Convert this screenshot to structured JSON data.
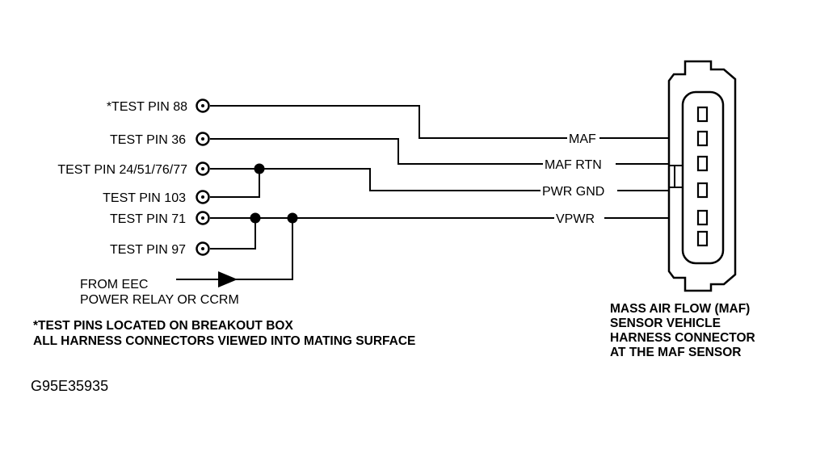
{
  "pins": [
    {
      "id": "p88",
      "label": "*TEST PIN 88"
    },
    {
      "id": "p36",
      "label": "TEST PIN 36"
    },
    {
      "id": "p24",
      "label": "TEST PIN 24/51/76/77"
    },
    {
      "id": "p103",
      "label": "TEST PIN 103"
    },
    {
      "id": "p71",
      "label": "TEST PIN 71"
    },
    {
      "id": "p97",
      "label": "TEST PIN 97"
    }
  ],
  "signals": {
    "maf": "MAF",
    "maf_rtn": "MAF RTN",
    "pwr_gnd": "PWR GND",
    "vpwr": "VPWR"
  },
  "source": {
    "line1": "FROM EEC",
    "line2": "POWER RELAY OR CCRM"
  },
  "connector_caption": [
    "MASS AIR FLOW (MAF)",
    "SENSOR VEHICLE",
    "HARNESS CONNECTOR",
    "AT THE MAF SENSOR"
  ],
  "notes": [
    "*TEST PINS LOCATED ON BREAKOUT BOX",
    "ALL HARNESS CONNECTORS VIEWED INTO MATING SURFACE"
  ],
  "figure_code": "G95E35935"
}
